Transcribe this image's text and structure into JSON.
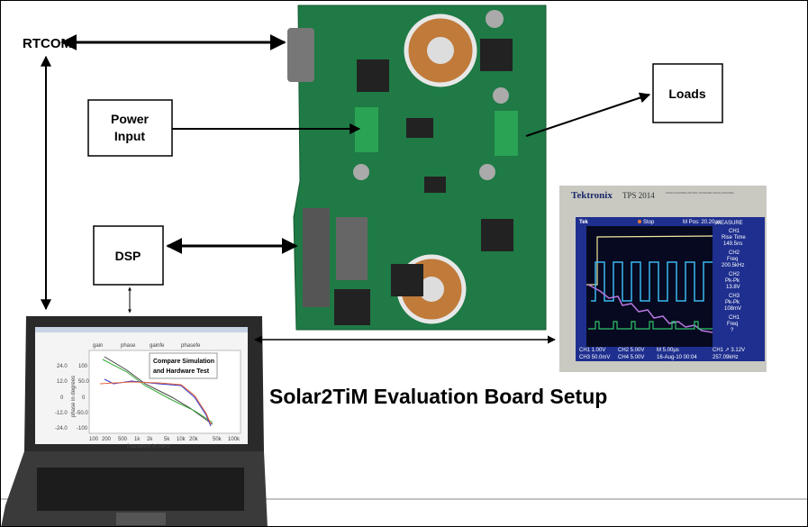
{
  "labels": {
    "rtcom": "RTCOM",
    "power_input_line1": "Power",
    "power_input_line2": "Input",
    "loads": "Loads",
    "dsp": "DSP",
    "title": "Solar2TiM Evaluation Board Setup"
  },
  "laptop_screen": {
    "legend": [
      "gain",
      "phase",
      "gainfe",
      "phasefe"
    ],
    "annotation_line1": "Compare Simulation",
    "annotation_line2": "and Hardware Test",
    "x_ticks": [
      "100",
      "200",
      "500",
      "1k",
      "2k",
      "5k",
      "10k",
      "20k",
      "50k",
      "100k"
    ],
    "y_left_ticks": [
      "24.0",
      "12.0",
      "0",
      "-12.0",
      "-24.0"
    ],
    "y_right_ticks": [
      "100",
      "50.0",
      "0",
      "-50.0",
      "-100"
    ],
    "xlabel": "frequency in hertz",
    "ylabel": "phase in degrees"
  },
  "oscilloscope": {
    "brand": "Tektronix",
    "model": "TPS 2014",
    "model_sub": "FOUR CHANNEL DIGITAL STORAGE OSCILLOSCOPE",
    "status": "Stop",
    "mpos": "M Pos: 20.20µs",
    "measure_header": "MEASURE",
    "measures": [
      {
        "ch": "CH1",
        "name": "Rise Time",
        "value": "149.5ns"
      },
      {
        "ch": "CH2",
        "name": "Freq",
        "value": "200.5kHz"
      },
      {
        "ch": "CH2",
        "name": "Pk-Pk",
        "value": "13.8V"
      },
      {
        "ch": "CH3",
        "name": "Pk-Pk",
        "value": "108mV"
      },
      {
        "ch": "CH1",
        "name": "Freq",
        "value": "?"
      }
    ],
    "bottom_row1": [
      "CH1 1.00V",
      "CH2 5.00V",
      "M 5.00µs",
      "CH1 ↗ 3.12V"
    ],
    "bottom_row2": [
      "CH3 50.0mV",
      "CH4 5.00V",
      "16-Aug-10 00:04",
      "257.09kHz"
    ]
  },
  "colors": {
    "pcb": "#1f7a45",
    "scope_bg": "#1e2f8f",
    "ch1": "#f1e9a0",
    "ch2": "#3ab7f0",
    "ch3": "#b877e0",
    "ch4": "#2fc66a"
  }
}
